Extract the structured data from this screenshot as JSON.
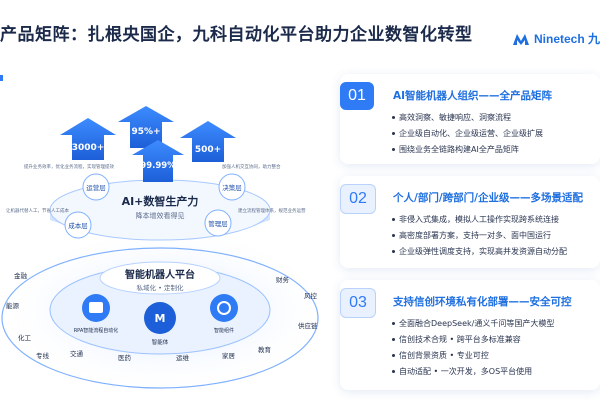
{
  "title": "产品矩阵：扎根央国企，九科自动化平台助力企业数智化转型",
  "logo": {
    "text": "Ninetech 九"
  },
  "diagram": {
    "core_title": "智能机器人平台",
    "core_sub": "私域化 • 定制化",
    "upper_title": "AI+数智生产力",
    "upper_sub": "降本增效看得见",
    "arrows": [
      "3000+",
      "95%+",
      "99.99%",
      "500+"
    ],
    "nodes": {
      "operate": "运营层",
      "decision": "决策层",
      "cost": "成本层",
      "manage": "管理层"
    },
    "icons": {
      "left": "RPA智能流程自动化",
      "center": "智能体",
      "right": "智能组件"
    },
    "industries": [
      "金融",
      "能源",
      "化工",
      "交通",
      "医药",
      "运维",
      "家居",
      "教育",
      "财务",
      "风控",
      "供应链",
      "专线"
    ],
    "small_notes": {
      "tl": "提升业务效率，优化业务流程，实现管理提效",
      "tr": "加强人机交互协同，助力整合",
      "ml": "让机器代替人工，节省人工成本",
      "mr": "建立流程管理体系，规范业务运营"
    }
  },
  "cards": [
    {
      "num": "01",
      "heading": "AI智能机器人组织——全产品矩阵",
      "bullets": [
        "高效洞察、敏捷响应、洞察流程",
        "企业级自动化、企业级运营、企业级扩展",
        "围绕业务全链路构建AI全产品矩阵"
      ]
    },
    {
      "num": "02",
      "heading": "个人/部门/跨部门/企业级——多场景适配",
      "bullets": [
        "非侵入式集成，模拟人工操作实现跨系统连接",
        "高密度部署方案，支持一对多、面中国运行",
        "企业级弹性调度支持，实现高并发资源自动分配"
      ]
    },
    {
      "num": "03",
      "heading": "支持信创环境私有化部署——安全可控",
      "bullets": [
        "全面融合DeepSeek/通义千问等国产大模型",
        "信创技术合规 • 跨平台多标准兼容",
        "信创背景资质 • 专业可控",
        "自动适配 • 一次开发，多OS平台使用"
      ]
    }
  ]
}
